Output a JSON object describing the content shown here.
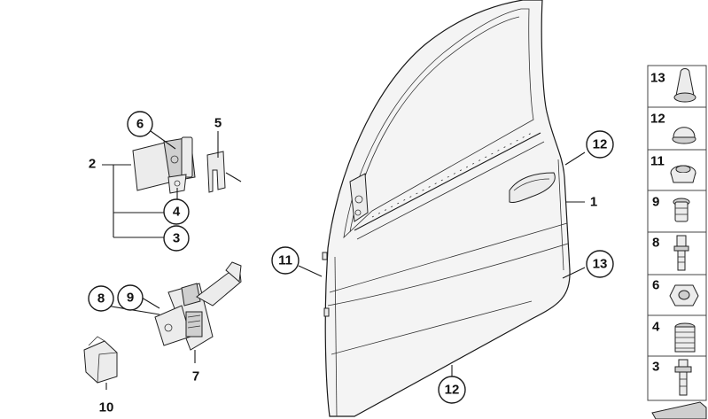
{
  "callouts": {
    "c1": "1",
    "c2": "2",
    "c3": "3",
    "c4": "4",
    "c5": "5",
    "c6": "6",
    "c7": "7",
    "c8": "8",
    "c9": "9",
    "c10": "10",
    "c11": "11",
    "c12_top": "12",
    "c12_bottom": "12",
    "c13": "13"
  },
  "parts_panel": {
    "items": [
      {
        "number": "13",
        "icon": "grommet-cone-icon"
      },
      {
        "number": "12",
        "icon": "grommet-dome-icon"
      },
      {
        "number": "11",
        "icon": "grommet-ring-icon"
      },
      {
        "number": "9",
        "icon": "expansion-nut-icon"
      },
      {
        "number": "8",
        "icon": "hex-bolt-icon"
      },
      {
        "number": "6",
        "icon": "hex-nut-icon"
      },
      {
        "number": "4",
        "icon": "threaded-sleeve-icon"
      },
      {
        "number": "3",
        "icon": "collar-bolt-icon"
      }
    ]
  }
}
